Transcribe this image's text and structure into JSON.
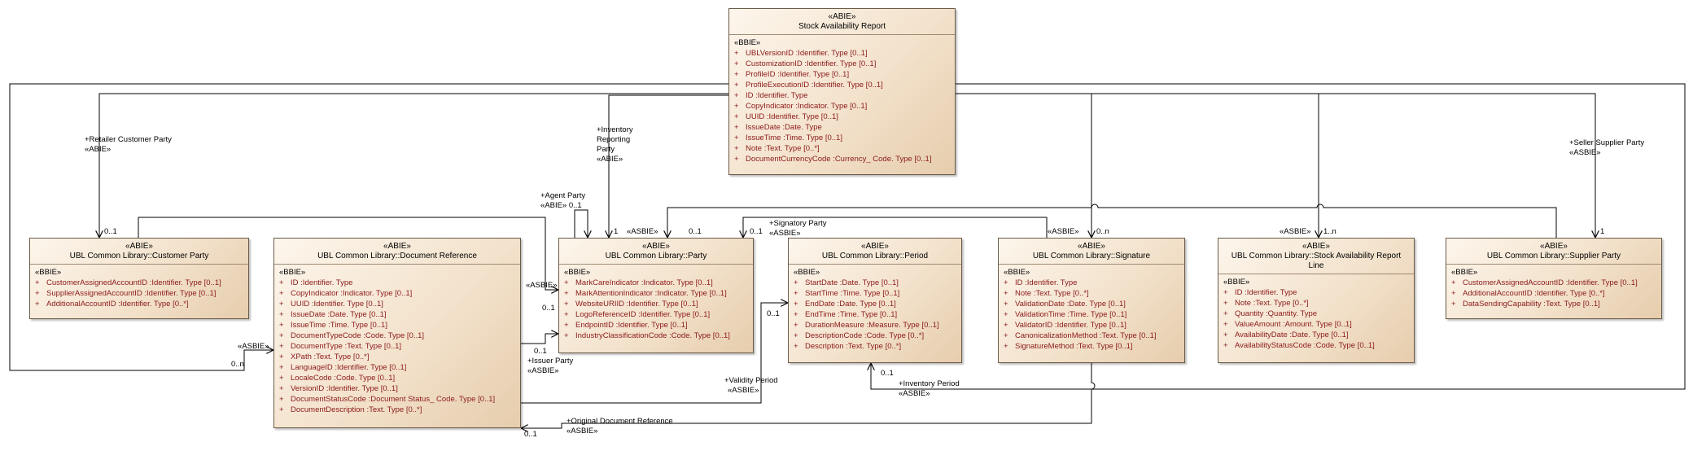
{
  "classes": {
    "sar": {
      "stereotype": "«ABIE»",
      "name": "Stock Availability Report",
      "section": "«BBIE»",
      "attributes": [
        "UBLVersionID  :Identifier. Type [0..1]",
        "CustomizationID  :Identifier. Type [0..1]",
        "ProfileID  :Identifier. Type [0..1]",
        "ProfileExecutionID  :Identifier. Type [0..1]",
        "ID  :Identifier. Type",
        "CopyIndicator  :Indicator. Type [0..1]",
        "UUID  :Identifier. Type [0..1]",
        "IssueDate  :Date. Type",
        "IssueTime  :Time. Type [0..1]",
        "Note  :Text. Type [0..*]",
        "DocumentCurrencyCode  :Currency_ Code. Type [0..1]"
      ]
    },
    "customer": {
      "stereotype": "«ABIE»",
      "name": "UBL Common Library::Customer Party",
      "section": "«BBIE»",
      "attributes": [
        "CustomerAssignedAccountID  :Identifier. Type [0..1]",
        "SupplierAssignedAccountID  :Identifier. Type [0..1]",
        "AdditionalAccountID  :Identifier. Type [0..*]"
      ]
    },
    "docref": {
      "stereotype": "«ABIE»",
      "name": "UBL Common Library::Document Reference",
      "section": "«BBIE»",
      "attributes": [
        "ID  :Identifier. Type",
        "CopyIndicator  :Indicator. Type [0..1]",
        "UUID  :Identifier. Type [0..1]",
        "IssueDate  :Date. Type [0..1]",
        "IssueTime  :Time. Type [0..1]",
        "DocumentTypeCode  :Code. Type [0..1]",
        "DocumentType  :Text. Type [0..1]",
        "XPath  :Text. Type [0..*]",
        "LanguageID  :Identifier. Type [0..1]",
        "LocaleCode  :Code. Type [0..1]",
        "VersionID  :Identifier. Type [0..1]",
        "DocumentStatusCode  :Document Status_ Code. Type [0..1]",
        "DocumentDescription  :Text. Type [0..*]"
      ]
    },
    "party": {
      "stereotype": "«ABIE»",
      "name": "UBL Common Library::Party",
      "section": "«BBIE»",
      "attributes": [
        "MarkCareIndicator  :Indicator. Type [0..1]",
        "MarkAttentionIndicator  :Indicator. Type [0..1]",
        "WebsiteURIID  :Identifier. Type [0..1]",
        "LogoReferenceID  :Identifier. Type [0..1]",
        "EndpointID  :Identifier. Type [0..1]",
        "IndustryClassificationCode  :Code. Type [0..1]"
      ]
    },
    "period": {
      "stereotype": "«ABIE»",
      "name": "UBL Common Library::Period",
      "section": "«BBIE»",
      "attributes": [
        "StartDate  :Date. Type [0..1]",
        "StartTime  :Time. Type [0..1]",
        "EndDate  :Date. Type [0..1]",
        "EndTime  :Time. Type [0..1]",
        "DurationMeasure  :Measure. Type [0..1]",
        "DescriptionCode  :Code. Type [0..*]",
        "Description  :Text. Type [0..*]"
      ]
    },
    "signature": {
      "stereotype": "«ABIE»",
      "name": "UBL Common Library::Signature",
      "section": "«BBIE»",
      "attributes": [
        "ID  :Identifier. Type",
        "Note  :Text. Type [0..*]",
        "ValidationDate  :Date. Type [0..1]",
        "ValidationTime  :Time. Type [0..1]",
        "ValidatorID  :Identifier. Type [0..1]",
        "CanonicalizationMethod  :Text. Type [0..1]",
        "SignatureMethod  :Text. Type [0..1]"
      ]
    },
    "sarline": {
      "stereotype": "«ABIE»",
      "name": "UBL Common Library::Stock Availability Report",
      "name2": "Line",
      "section": "«BBIE»",
      "attributes": [
        "ID  :Identifier. Type",
        "Note  :Text. Type [0..*]",
        "Quantity  :Quantity. Type",
        "ValueAmount  :Amount. Type [0..1]",
        "AvailabilityDate  :Date. Type [0..1]",
        "AvailabilityStatusCode  :Code. Type [0..1]"
      ]
    },
    "supplier": {
      "stereotype": "«ABIE»",
      "name": "UBL Common Library::Supplier Party",
      "section": "«BBIE»",
      "attributes": [
        "CustomerAssignedAccountID  :Identifier. Type [0..1]",
        "AdditionalAccountID  :Identifier. Type [0..*]",
        "DataSendingCapability  :Text. Type [0..1]"
      ]
    }
  },
  "plus_sign": "+",
  "labels": {
    "retailer_role": "+Retailer Customer Party",
    "retailer_st": "«ABIE»",
    "retailer_mult": "0..1",
    "inv_role1": "+Inventory",
    "inv_role2": "Reporting",
    "inv_role3": "Party",
    "inv_st": "«ABIE»",
    "inv_mult": "1",
    "agent_role": "+Agent Party",
    "agent_st": "«ABIE» 0..1",
    "party_asbie_top": "«ASBIE»",
    "party_mult_top": "0..1",
    "sign_party_role": "+Signatory Party",
    "sign_party_st": "«ASBIE»",
    "sign_party_mult": "0..1",
    "sig_asbie": "«ASBIE»",
    "sig_mult": "0..n",
    "line_asbie": "«ASBIE»",
    "line_mult": "1..n",
    "seller_role": "+Seller Supplier Party",
    "seller_st": "«ASBIE»",
    "seller_mult": "1",
    "docref_asbie_left": "«ASBIE»",
    "docref_mult_left": "0..n",
    "party_asbie_left": "«ASBIE»",
    "party_mult_left": "0..1",
    "issuer_mult": "0..1",
    "issuer_role": "+Issuer Party",
    "issuer_st": "«ASBIE»",
    "validity_role": "+Validity Period",
    "validity_st": "«ASBIE»",
    "period_mult_left": "0..1",
    "invperiod_mult": "0..1",
    "invperiod_role": "+Inventory Period",
    "invperiod_st": "«ASBIE»",
    "origdoc_role": "+Original Document Reference",
    "origdoc_st": "«ASBIE»",
    "origdoc_mult": "0..1"
  }
}
